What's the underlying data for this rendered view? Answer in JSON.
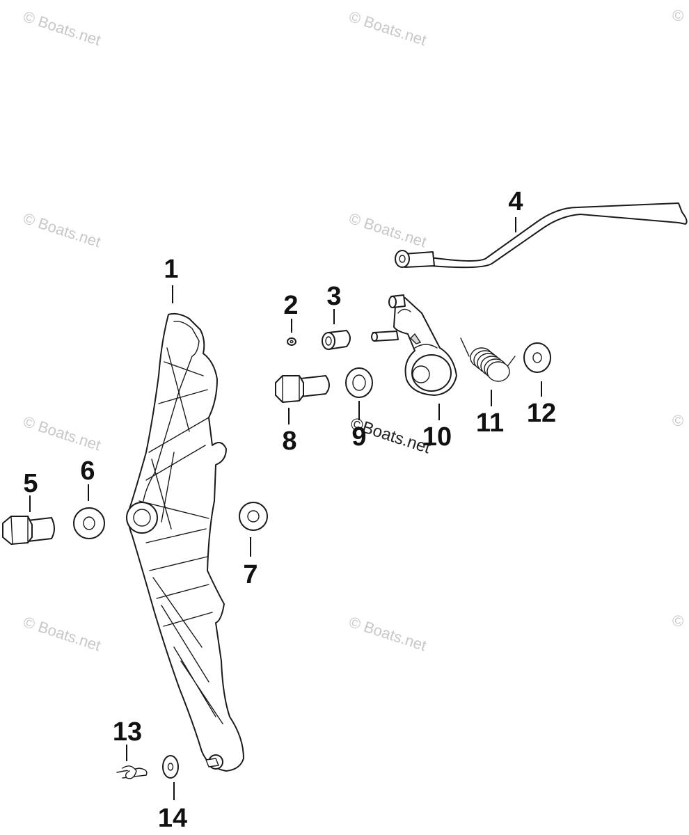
{
  "watermark": {
    "text": "© Boats.net",
    "center_text": "©Boats.net"
  },
  "callouts": {
    "c1": "1",
    "c2": "2",
    "c3": "3",
    "c4": "4",
    "c5": "5",
    "c6": "6",
    "c7": "7",
    "c8": "8",
    "c9": "9",
    "c10": "10",
    "c11": "11",
    "c12": "12",
    "c13": "13",
    "c14": "14"
  }
}
